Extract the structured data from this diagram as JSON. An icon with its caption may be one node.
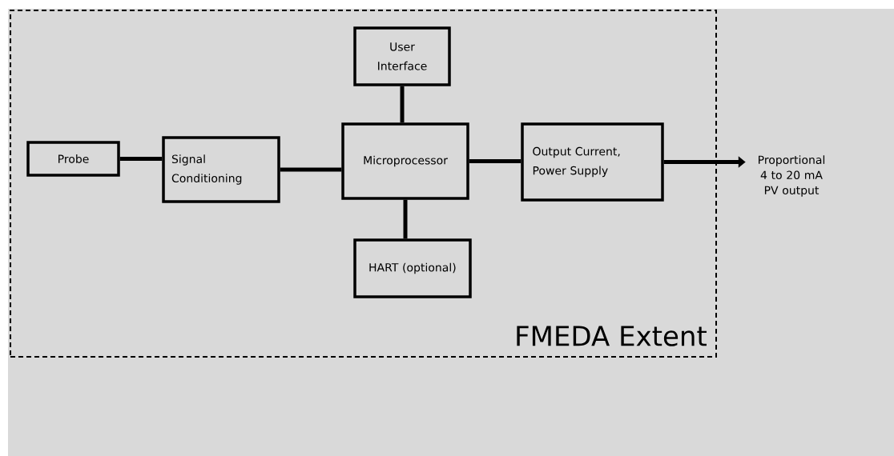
{
  "diagram": {
    "nodes": [
      {
        "text": [
          "FMEDA Extent"
        ]
      },
      {
        "text": [
          "User Interface"
        ],
        "in": 0
      },
      {
        "text": [
          "Probe"
        ],
        "in": 0
      },
      {
        "text": [
          "Signal Conditioning"
        ],
        "in": 0
      },
      {
        "text": [
          "Microprocessor"
        ],
        "in": 0
      },
      {
        "text": [
          "Output Current, Power Supply"
        ],
        "in": 0
      },
      {
        "text": [
          "HART (optional)"
        ],
        "in": 0
      },
      {
        "text": [
          "Proportional 4 to 20 mA PV output"
        ]
      }
    ],
    "edges": [
      {
        "from": 2,
        "to": 3,
        "arrow": "none"
      },
      {
        "from": 3,
        "to": 4,
        "arrow": "none"
      },
      {
        "from": 1,
        "to": 4,
        "arrow": "none"
      },
      {
        "from": 4,
        "to": 6,
        "arrow": "none"
      },
      {
        "from": 4,
        "to": 5,
        "arrow": "none"
      },
      {
        "from": 5,
        "to": 7,
        "arrow": "to"
      }
    ]
  }
}
